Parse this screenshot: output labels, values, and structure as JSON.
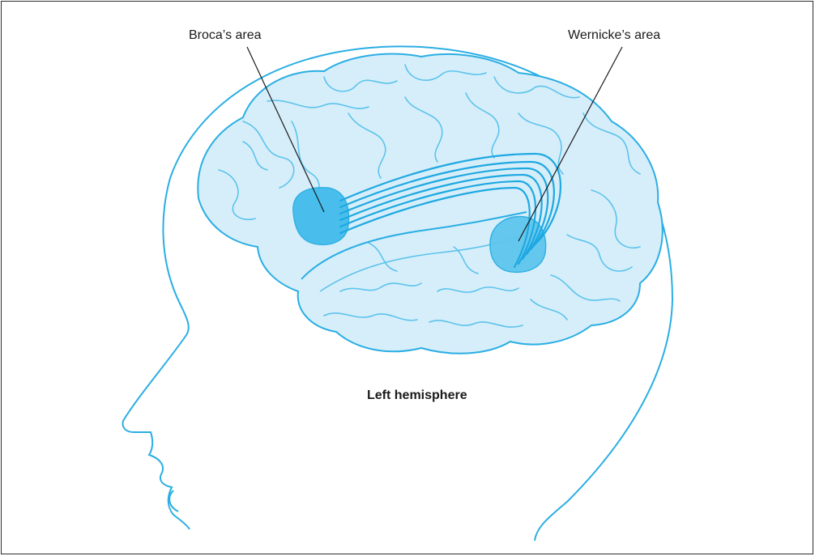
{
  "labels": {
    "broca": "Broca’s area",
    "wernicke": "Wernicke’s area",
    "caption": "Left hemisphere"
  },
  "colors": {
    "outline": "#2aaee3",
    "brain_fill": "#d6eefa",
    "region_fill": "#42bcec",
    "fiber": "#1ea8e2",
    "leader": "#1a1a1a",
    "frame": "#2b2b2b"
  }
}
